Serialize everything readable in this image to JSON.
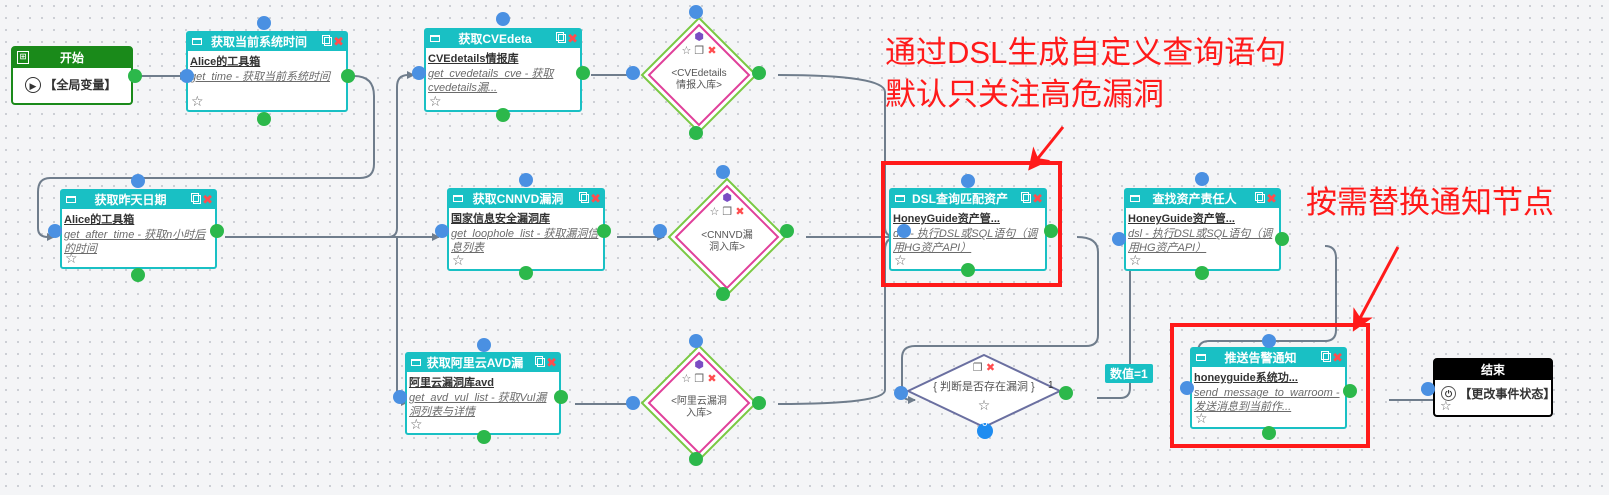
{
  "start": {
    "title": "开始",
    "label": "【全局变量】"
  },
  "end": {
    "title": "结束",
    "label": "【更改事件状态】"
  },
  "nodes": {
    "get_time": {
      "header": "获取当前系统时间",
      "tool": "Alice的工具箱",
      "desc": "get_time - 获取当前系统时间"
    },
    "yesterday": {
      "header": "获取昨天日期",
      "tool": "Alice的工具箱",
      "desc": "get_after_time - 获取n小时后的时间"
    },
    "cvedetails": {
      "header": "获取CVEdeta",
      "tool": "CVEdetails情报库",
      "desc": "get_cvedetails_cve - 获取cvedetails漏..."
    },
    "cnnvd": {
      "header": "获取CNNVD漏洞",
      "tool": "国家信息安全漏洞库",
      "desc": "get_loophole_list - 获取漏洞信息列表"
    },
    "aliyun": {
      "header": "获取阿里云AVD漏",
      "tool": "阿里云漏洞库avd",
      "desc": "get_avd_vul_list - 获取Vul漏洞列表与详情"
    },
    "dsl_query": {
      "header": "DSL查询匹配资产",
      "tool": "HoneyGuide资产管...",
      "desc": "dsl - 执行DSL或SQL语句（调用HG资产API）"
    },
    "owner": {
      "header": "查找资产责任人",
      "tool": "HoneyGuide资产管...",
      "desc": "dsl - 执行DSL或SQL语句（调用HG资产API）"
    },
    "notify": {
      "header": "推送告警通知",
      "tool": "honeyguide系统功...",
      "desc": "send_message_to_warroom - 发送消息到当前作..."
    }
  },
  "gateways": {
    "cve": "<CVEdetails情报入库>",
    "cnnvd": "<CNNVD漏洞入库>",
    "aliyun": "<阿里云漏洞入库>",
    "judge": "{ 判断是否存在漏洞 }",
    "judge_yes": "1",
    "judge_no": "0"
  },
  "badge": "数值=1",
  "annotations": {
    "dsl_line1": "通过DSL生成自定义查询语句",
    "dsl_line2": "默认只关注高危漏洞",
    "notify": "按需替换通知节点"
  },
  "icons": [
    "play-icon",
    "window-icon",
    "copy-icon",
    "close-icon",
    "star-icon",
    "cube-icon",
    "power-icon"
  ],
  "colors": {
    "node_header": "#19c0c4",
    "start": "#1a8a1a",
    "end": "#000000",
    "port_in": "#4a90e2",
    "port_out": "#2cb84b",
    "annotation": "#ff1a1a",
    "gateway_border": "#e0409a",
    "gateway_outline": "#7ac943"
  }
}
